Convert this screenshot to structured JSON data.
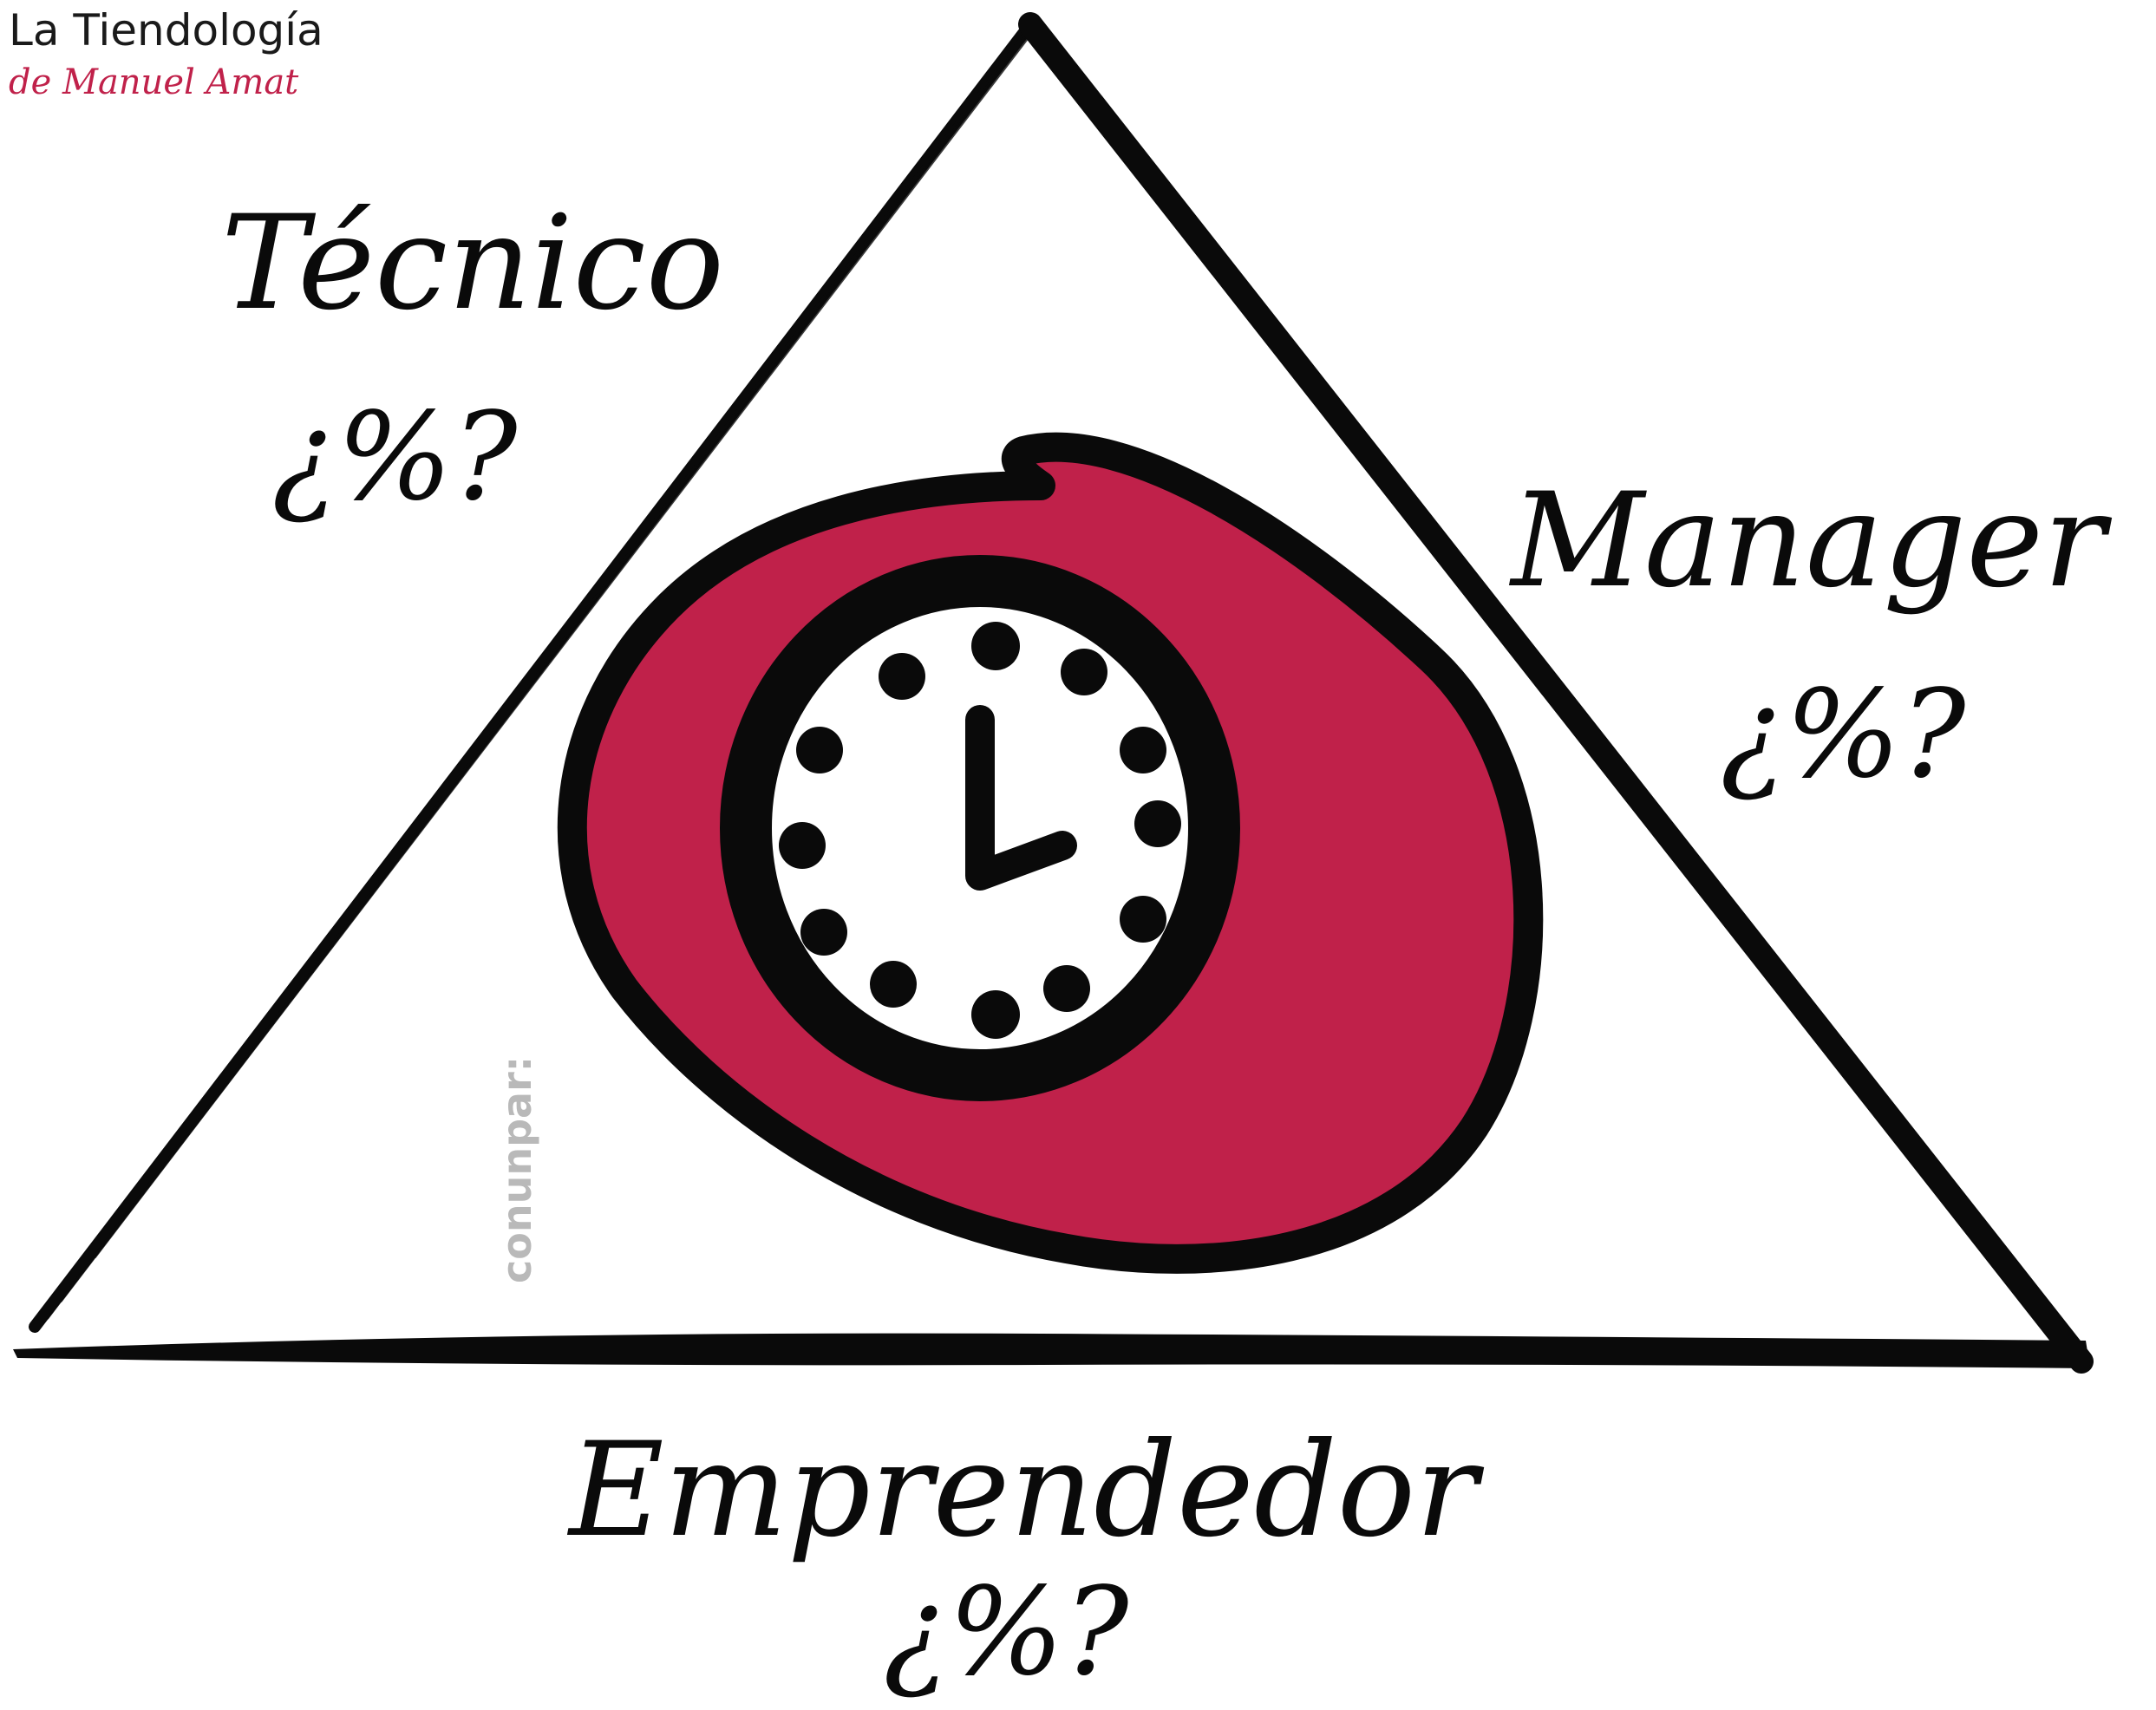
{
  "brand": {
    "title": "La Tiendología",
    "subtitle": "de Manuel Amat"
  },
  "roles": {
    "tecnico": {
      "name": "Técnico",
      "share": "¿%?"
    },
    "manager": {
      "name": "Manager",
      "share": "¿%?"
    },
    "emprendedor": {
      "name": "Emprendedor",
      "share": "¿%?"
    }
  },
  "watermark": "conunpar:",
  "colors": {
    "ink": "#0a0a0a",
    "accent": "#c0214a",
    "brand_subtitle": "#c0214a",
    "background": "#ffffff"
  },
  "icons": [
    "triangle-outline",
    "clock-icon"
  ]
}
